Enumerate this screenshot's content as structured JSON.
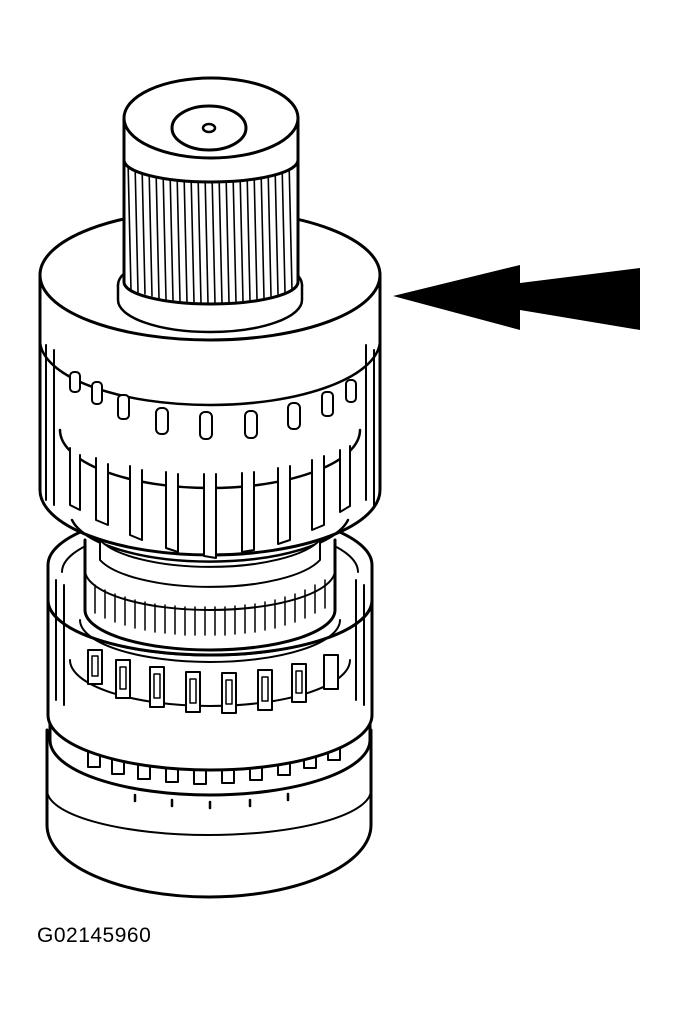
{
  "figure": {
    "code": "G02145960",
    "subject": "transmission-gear-assembly",
    "colors": {
      "ink": "#000000",
      "paper": "#ffffff"
    },
    "callouts": [
      {
        "icon": "arrow-left-icon",
        "points_to": "upper-drum"
      }
    ]
  }
}
